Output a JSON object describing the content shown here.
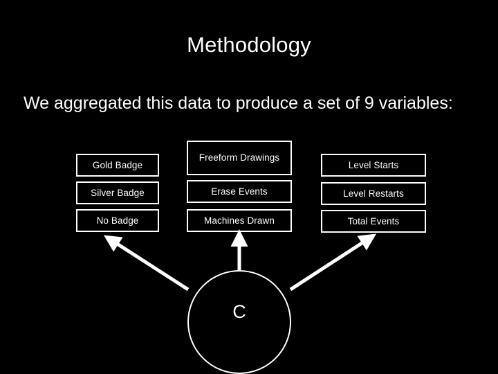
{
  "slide": {
    "title": "Methodology",
    "body": "We aggregated this data to produce a set of 9 variables:",
    "background_color": "#000000",
    "text_color": "#ffffff",
    "columns": [
      {
        "name": "badge-column",
        "boxes": [
          {
            "label": "Gold Badge"
          },
          {
            "label": "Silver Badge"
          },
          {
            "label": "No Badge"
          }
        ]
      },
      {
        "name": "drawing-column",
        "boxes": [
          {
            "label": "Freeform Drawings"
          },
          {
            "label": "Erase Events"
          },
          {
            "label": "Machines Drawn"
          }
        ]
      },
      {
        "name": "level-column",
        "boxes": [
          {
            "label": "Level Starts"
          },
          {
            "label": "Level Restarts"
          },
          {
            "label": "Total Events"
          }
        ]
      }
    ],
    "circle": {
      "label": "C"
    }
  }
}
